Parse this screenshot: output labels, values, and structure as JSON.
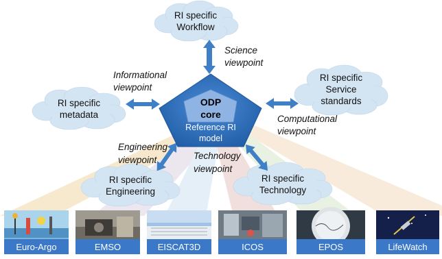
{
  "core": {
    "title_line1": "ODP",
    "title_line2": "core",
    "sub_line1": "Reference RI",
    "sub_line2": "model"
  },
  "clouds": {
    "workflow": [
      "RI specific",
      "Workflow"
    ],
    "metadata": [
      "RI specific",
      "metadata"
    ],
    "service": [
      "RI specific",
      "Service",
      "standards"
    ],
    "engineering": [
      "RI specific",
      "Engineering"
    ],
    "technology": [
      "RI specific",
      "Technology"
    ]
  },
  "viewpoints": {
    "science": [
      "Science",
      "viewpoint"
    ],
    "informational": [
      "Informational",
      "viewpoint"
    ],
    "computational": [
      "Computational",
      "viewpoint"
    ],
    "engineering": [
      "Engineering",
      "viewpoint"
    ],
    "technology": [
      "Technology",
      "viewpoint"
    ]
  },
  "infrastructures": [
    "Euro-Argo",
    "EMSO",
    "EISCAT3D",
    "ICOS",
    "EPOS",
    "LifeWatch"
  ],
  "colors": {
    "cloud_fill": "#cfe2f3",
    "arrow": "#3f7fc5",
    "pentagon": "#2f6fb6",
    "pentagon_inner": "#8fb4e3",
    "tile_bar": "#3b78c7"
  }
}
